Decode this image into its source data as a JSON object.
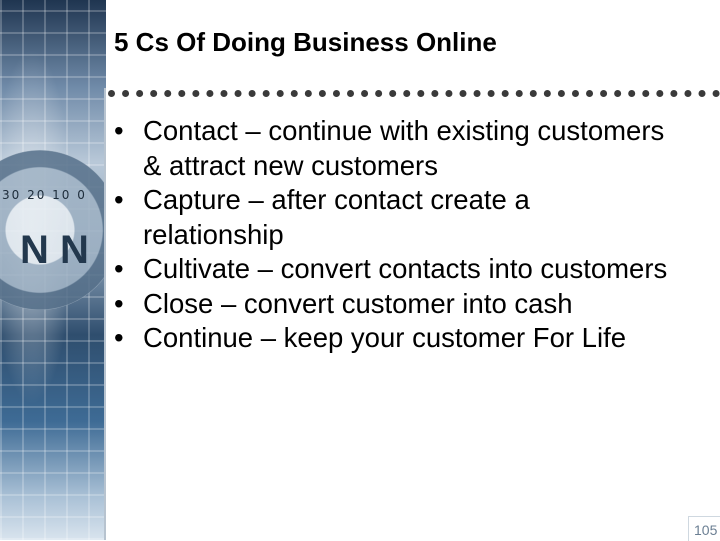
{
  "slide": {
    "title": "5 Cs Of Doing Business Online",
    "bullet_glyph": "•",
    "bullets": [
      "Contact – continue with existing customers & attract new customers",
      "Capture – after contact create a relationship",
      "Cultivate – convert contacts into customers",
      "Close – convert customer into cash",
      "Continue – keep your customer For Life"
    ],
    "page_number": "105"
  },
  "decor": {
    "compass_numbers": "30 20 10 0",
    "needle_letters": "N N"
  },
  "colors": {
    "background": "#ffffff",
    "text": "#000000",
    "rule": "#3a3a3a",
    "side_art_primary": "#3e6b95"
  }
}
